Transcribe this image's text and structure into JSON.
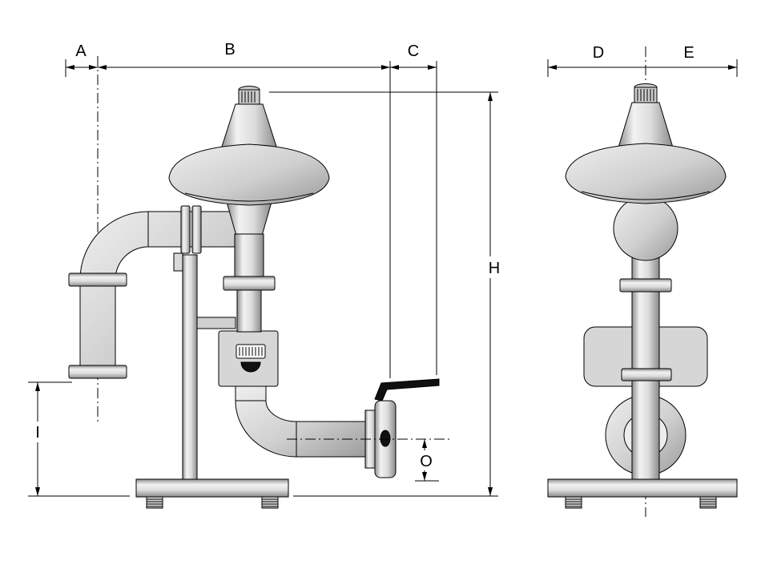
{
  "drawing": {
    "type": "technical-dimension-drawing",
    "subject": "pressure-regulator-assembly-front-and-side-view",
    "dimensions": {
      "a": "A",
      "b": "B",
      "c": "C",
      "d": "D",
      "e": "E",
      "h": "H",
      "i": "I",
      "o": "O"
    },
    "colors": {
      "background": "#ffffff",
      "line": "#000000",
      "metal_light": "#f2f2f2",
      "metal_dark": "#8f8f8f",
      "panel": "#d6d6d6",
      "handle": "#111111"
    }
  }
}
